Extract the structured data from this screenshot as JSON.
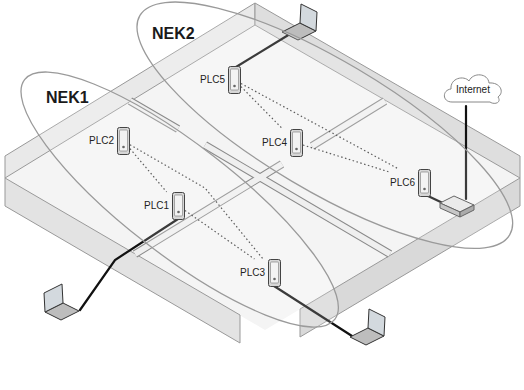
{
  "diagram": {
    "nodes": [
      {
        "text": [
          "NEK2"
        ]
      },
      {
        "text": [
          "PLC5"
        ],
        "in": 0
      },
      {
        "text": [
          "PLC4"
        ],
        "in": 0
      },
      {
        "text": [
          "PLC6"
        ],
        "in": 0
      },
      {
        "text": [
          "NEK1"
        ]
      },
      {
        "text": [
          "PLC2"
        ],
        "in": 4
      },
      {
        "text": [
          "PLC1"
        ],
        "in": 4
      },
      {
        "text": [
          "PLC3"
        ],
        "in": 4
      },
      {
        "text": [
          "Internet"
        ]
      }
    ],
    "edges": [
      {
        "from": 1,
        "to": 2,
        "arrow": "none"
      },
      {
        "from": 1,
        "to": 3,
        "arrow": "none"
      },
      {
        "from": 2,
        "to": 3,
        "arrow": "none"
      },
      {
        "from": 5,
        "to": 6,
        "arrow": "none"
      },
      {
        "from": 5,
        "to": 7,
        "arrow": "none"
      },
      {
        "from": 6,
        "to": 7,
        "arrow": "none"
      }
    ]
  }
}
